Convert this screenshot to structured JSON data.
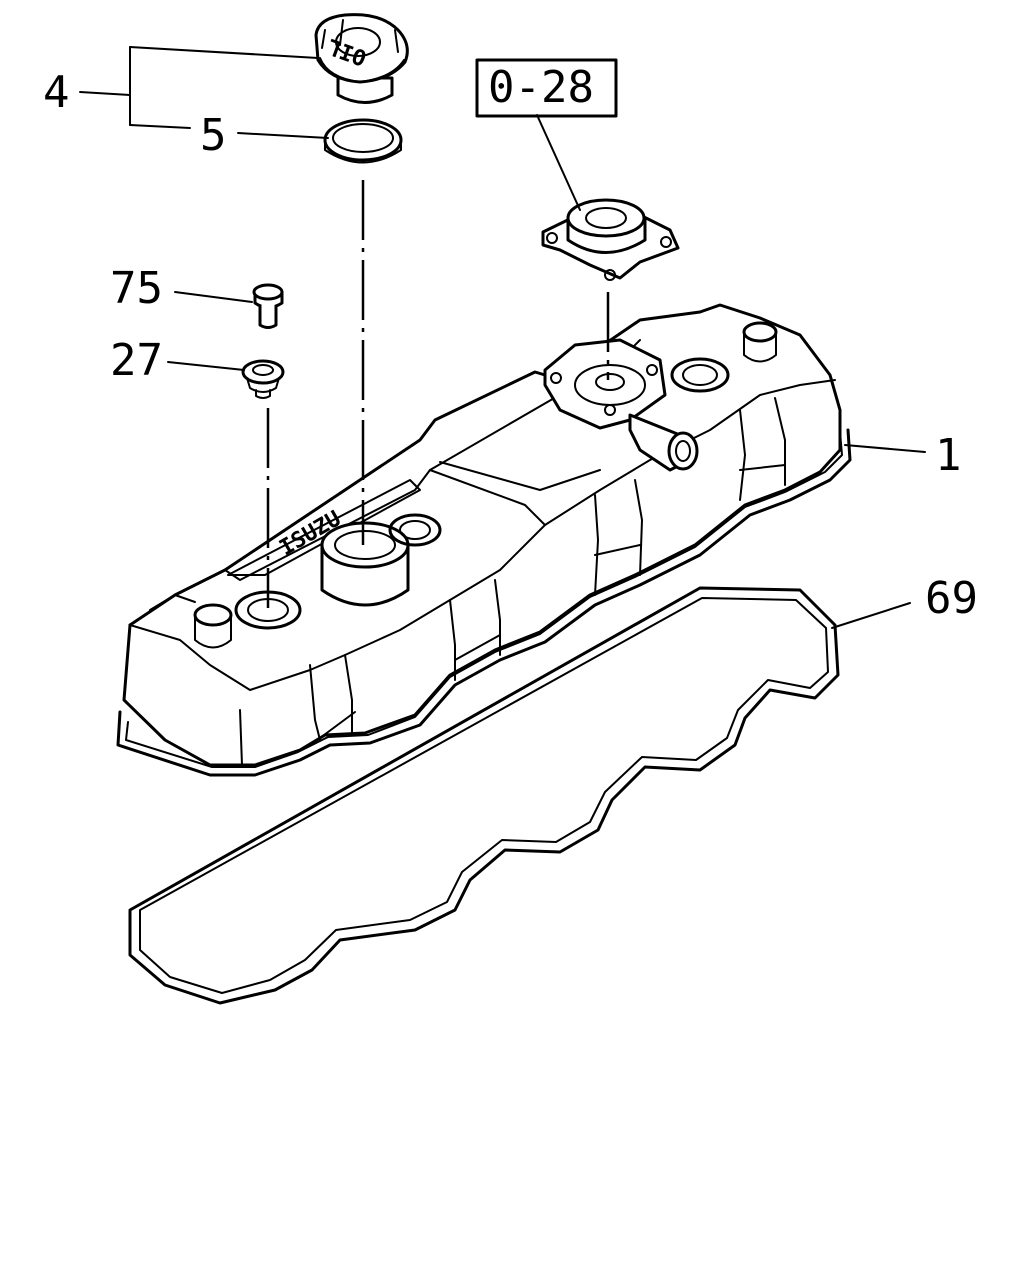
{
  "diagram": {
    "callouts": {
      "c4": "4",
      "c5": "5",
      "c75": "75",
      "c27": "27",
      "c1": "1",
      "c69": "69",
      "ref_028": "0-28"
    },
    "embossed": {
      "oil_cap": "OIL",
      "cover_brand": "ISUZU"
    }
  }
}
